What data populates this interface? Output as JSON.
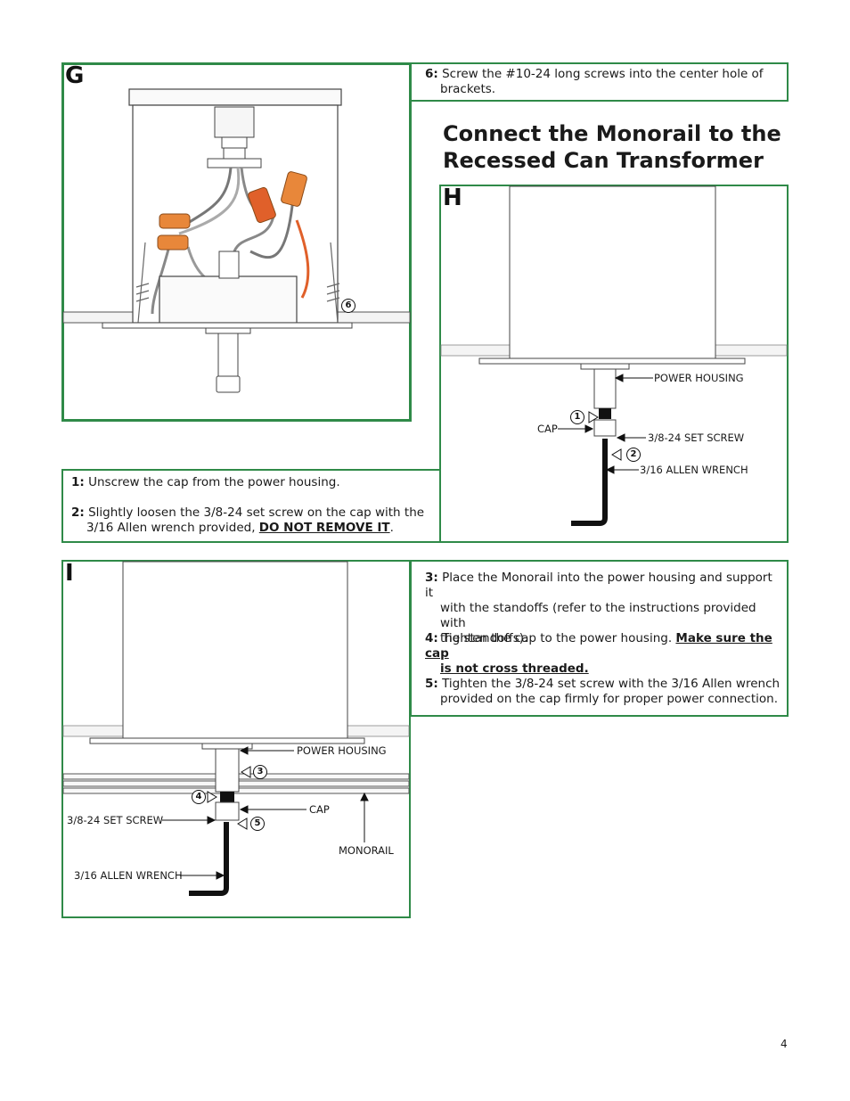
{
  "panels": {
    "g": {
      "letter": "G",
      "callout_6": "6"
    },
    "h": {
      "letter": "H",
      "label_power_housing": "POWER HOUSING",
      "label_cap": "CAP",
      "label_set_screw": "3/8-24 SET SCREW",
      "label_allen_wrench": "3/16 ALLEN WRENCH",
      "callout_1": "1",
      "callout_2": "2"
    },
    "i": {
      "letter": "I",
      "label_power_housing": "POWER HOUSING",
      "label_cap": "CAP",
      "label_set_screw": "3/8-24 SET SCREW",
      "label_monorail": "MONORAIL",
      "label_allen_wrench": "3/16 ALLEN WRENCH",
      "callout_3": "3",
      "callout_4": "4",
      "callout_5": "5"
    }
  },
  "step6": {
    "num": "6:",
    "text": "Screw the  #10-24 long screws into the center hole of",
    "text2": "brackets."
  },
  "heading": {
    "line1": "Connect the Monorail to the",
    "line2": "Recessed Can Transformer"
  },
  "step1": {
    "num": "1:",
    "text": "Unscrew the cap from the power housing."
  },
  "step2": {
    "num": "2:",
    "text": "Slightly loosen the 3/8-24 set screw on the cap with the",
    "text2": "3/16 Allen wrench provided, ",
    "emph": "DO NOT REMOVE IT",
    "tail": "."
  },
  "step3": {
    "num": "3:",
    "text": "Place the Monorail into the power housing and support it",
    "text2": "with the standoffs (refer to the instructions provided with",
    "text3": "the standoffs)."
  },
  "step4": {
    "num": "4:",
    "text": "Tighten the cap to the power housing. ",
    "emph": "Make sure the cap",
    "emph2": "is not cross threaded."
  },
  "step5": {
    "num": "5:",
    "text": "Tighten the 3/8-24 set screw with the 3/16 Allen wrench",
    "text2": "provided on the cap firmly for proper power connection."
  },
  "page_number": "4",
  "colors": {
    "frame": "#2f8a48",
    "wire_nut": "#e8873a",
    "wire_red": "#e0602a",
    "ink": "#111111"
  }
}
